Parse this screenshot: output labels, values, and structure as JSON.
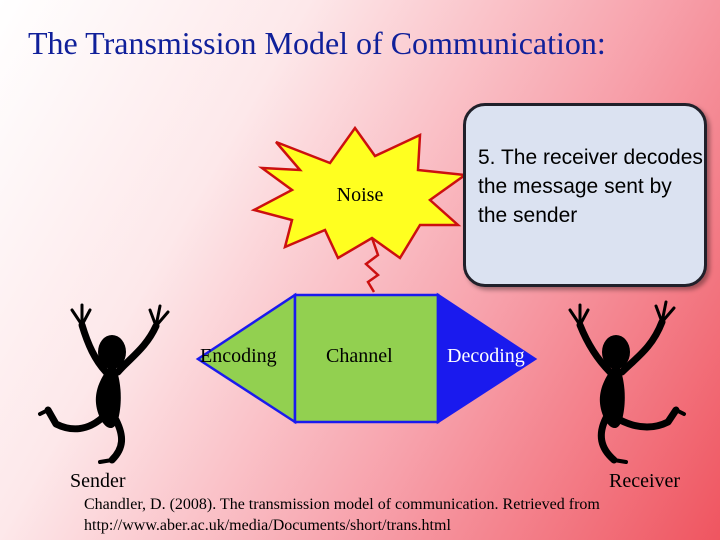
{
  "title": "The Transmission Model of Communication:",
  "noise": {
    "label": "Noise",
    "fill": "#ffff20",
    "stroke": "#cc1010"
  },
  "callout": {
    "text": "5. The receiver decodes the message sent by the sender",
    "fill": "#dbe2f1"
  },
  "boxes": {
    "encoding": {
      "label": "Encoding",
      "fill": "#92d050"
    },
    "channel": {
      "label": "Channel",
      "fill": "#92d050"
    },
    "decoding": {
      "label": "Decoding",
      "fill": "#1a1aee"
    }
  },
  "people": {
    "sender": "Sender",
    "receiver": "Receiver"
  },
  "citation": "Chandler, D. (2008). The transmission model of communication. Retrieved from http://www.aber.ac.uk/media/Documents/short/trans.html"
}
